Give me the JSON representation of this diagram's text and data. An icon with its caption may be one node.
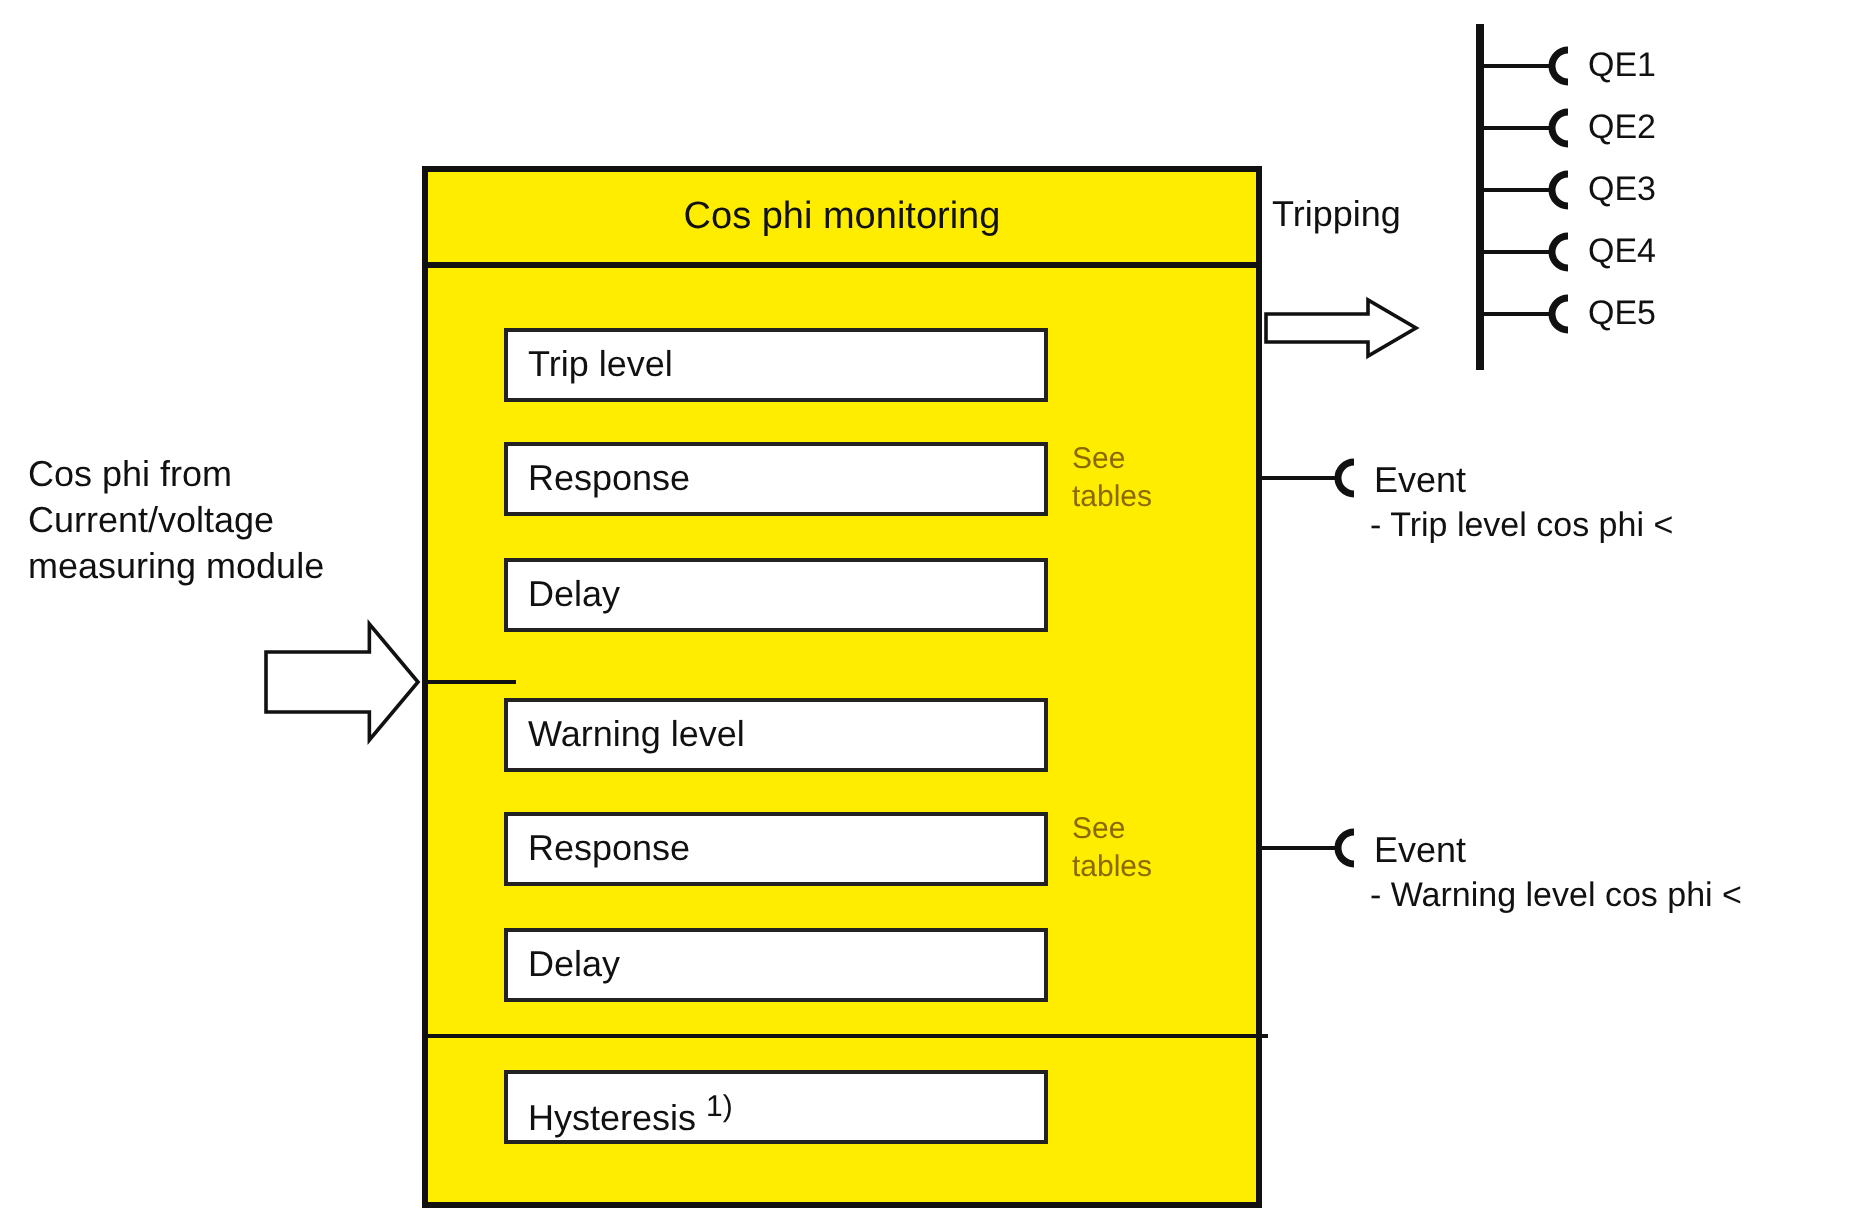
{
  "diagram": {
    "nodes": [
      {
        "text": [
          "Cos phi monitoring"
        ]
      },
      {
        "text": [
          "Trip level"
        ],
        "in": 0
      },
      {
        "text": [
          "Response"
        ],
        "in": 0,
        "beside": [
          "See tables"
        ]
      },
      {
        "text": [
          "Delay"
        ],
        "in": 0
      },
      {
        "text": [
          "Warning level"
        ],
        "in": 0
      },
      {
        "text": [
          "Response"
        ],
        "in": 0,
        "beside": [
          "See tables"
        ]
      },
      {
        "text": [
          "Delay"
        ],
        "in": 0
      },
      {
        "text": [
          "Hysteresis $^{1)}$"
        ],
        "in": 0
      },
      {
        "text": [
          "Cos phi from Current/voltage measuring module"
        ]
      },
      {
        "text": [],
        "shape": "bar"
      },
      {
        "text": [
          "QE1"
        ]
      },
      {
        "text": [
          "QE2"
        ]
      },
      {
        "text": [
          "QE3"
        ]
      },
      {
        "text": [
          "QE4"
        ]
      },
      {
        "text": [
          "QE5"
        ]
      },
      {
        "text": [
          "Event",
          "- Trip level cos phi <"
        ]
      },
      {
        "text": [
          "Event",
          "- Warning level cos phi <"
        ]
      }
    ],
    "edges": [
      {
        "from": 8,
        "to": 0,
        "arrow": "to",
        "style": "thick"
      },
      {
        "from": 0,
        "to": 9,
        "arrow": "to",
        "style": "thick",
        "label": "Tripping"
      },
      {
        "from": 9,
        "to": 10,
        "arrow": "other"
      },
      {
        "from": 9,
        "to": 11,
        "arrow": "other"
      },
      {
        "from": 9,
        "to": 12,
        "arrow": "other"
      },
      {
        "from": 9,
        "to": 13,
        "arrow": "other"
      },
      {
        "from": 9,
        "to": 14,
        "arrow": "other"
      },
      {
        "from": 0,
        "to": 15,
        "arrow": "other"
      },
      {
        "from": 0,
        "to": 16,
        "arrow": "other"
      }
    ]
  }
}
